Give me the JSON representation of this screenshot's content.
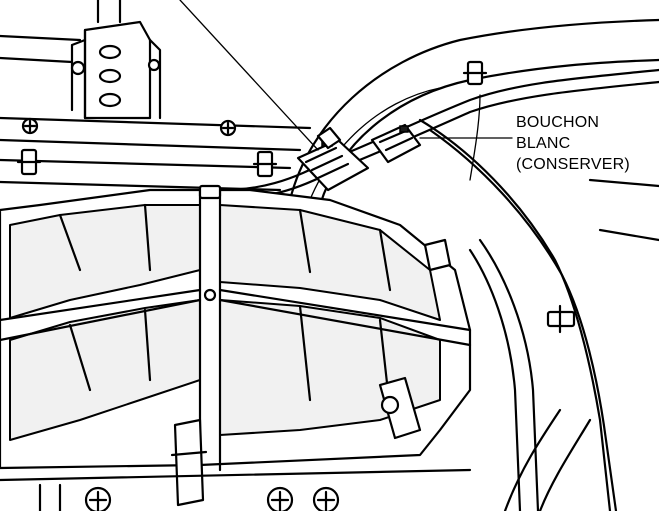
{
  "callout": {
    "lines": [
      "BOUCHON",
      "BLANC",
      "(CONSERVER)"
    ]
  },
  "colors": {
    "line": "#000000",
    "background": "#ffffff",
    "shade": "#f1f1f1"
  }
}
